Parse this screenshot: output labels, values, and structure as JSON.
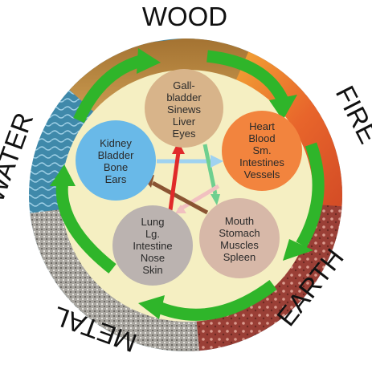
{
  "elements": {
    "wood": "WOOD",
    "fire": "FIRE",
    "earth": "EARTH",
    "metal": "METAL",
    "water": "WATER"
  },
  "nodes": {
    "wood": {
      "lines": [
        "Gall-",
        "bladder",
        "Sinews",
        "Liver",
        "Eyes"
      ],
      "color": "#d8b48a"
    },
    "fire": {
      "lines": [
        "Heart",
        "Blood",
        "Sm.",
        "Intestines",
        "Vessels"
      ],
      "color": "#f2843e"
    },
    "earth": {
      "lines": [
        "Mouth",
        "Stomach",
        "Muscles",
        "Spleen"
      ],
      "color": "#d7b8a8"
    },
    "metal": {
      "lines": [
        "Lung",
        "Lg.",
        "Intestine",
        "Nose",
        "Skin"
      ],
      "color": "#bbb3b0"
    },
    "water": {
      "lines": [
        "Kidney",
        "Bladder",
        "Bone",
        "Ears"
      ],
      "color": "#69b9e8"
    }
  },
  "colors": {
    "cycle_arrow": "#2fb52a",
    "inner_field": "#f5efc2",
    "wood_texture": "#b88640",
    "fire_texture": "#e0602a",
    "earth_texture": "#a0453a",
    "metal_texture": "#b0ada8",
    "water_texture": "#3f89aa",
    "arrow_red": "#e02a2a",
    "arrow_brown": "#8a5432",
    "arrow_lightblue": "#9fd2f0",
    "arrow_green": "#6fcf8f",
    "arrow_pink": "#f1c0c0"
  }
}
